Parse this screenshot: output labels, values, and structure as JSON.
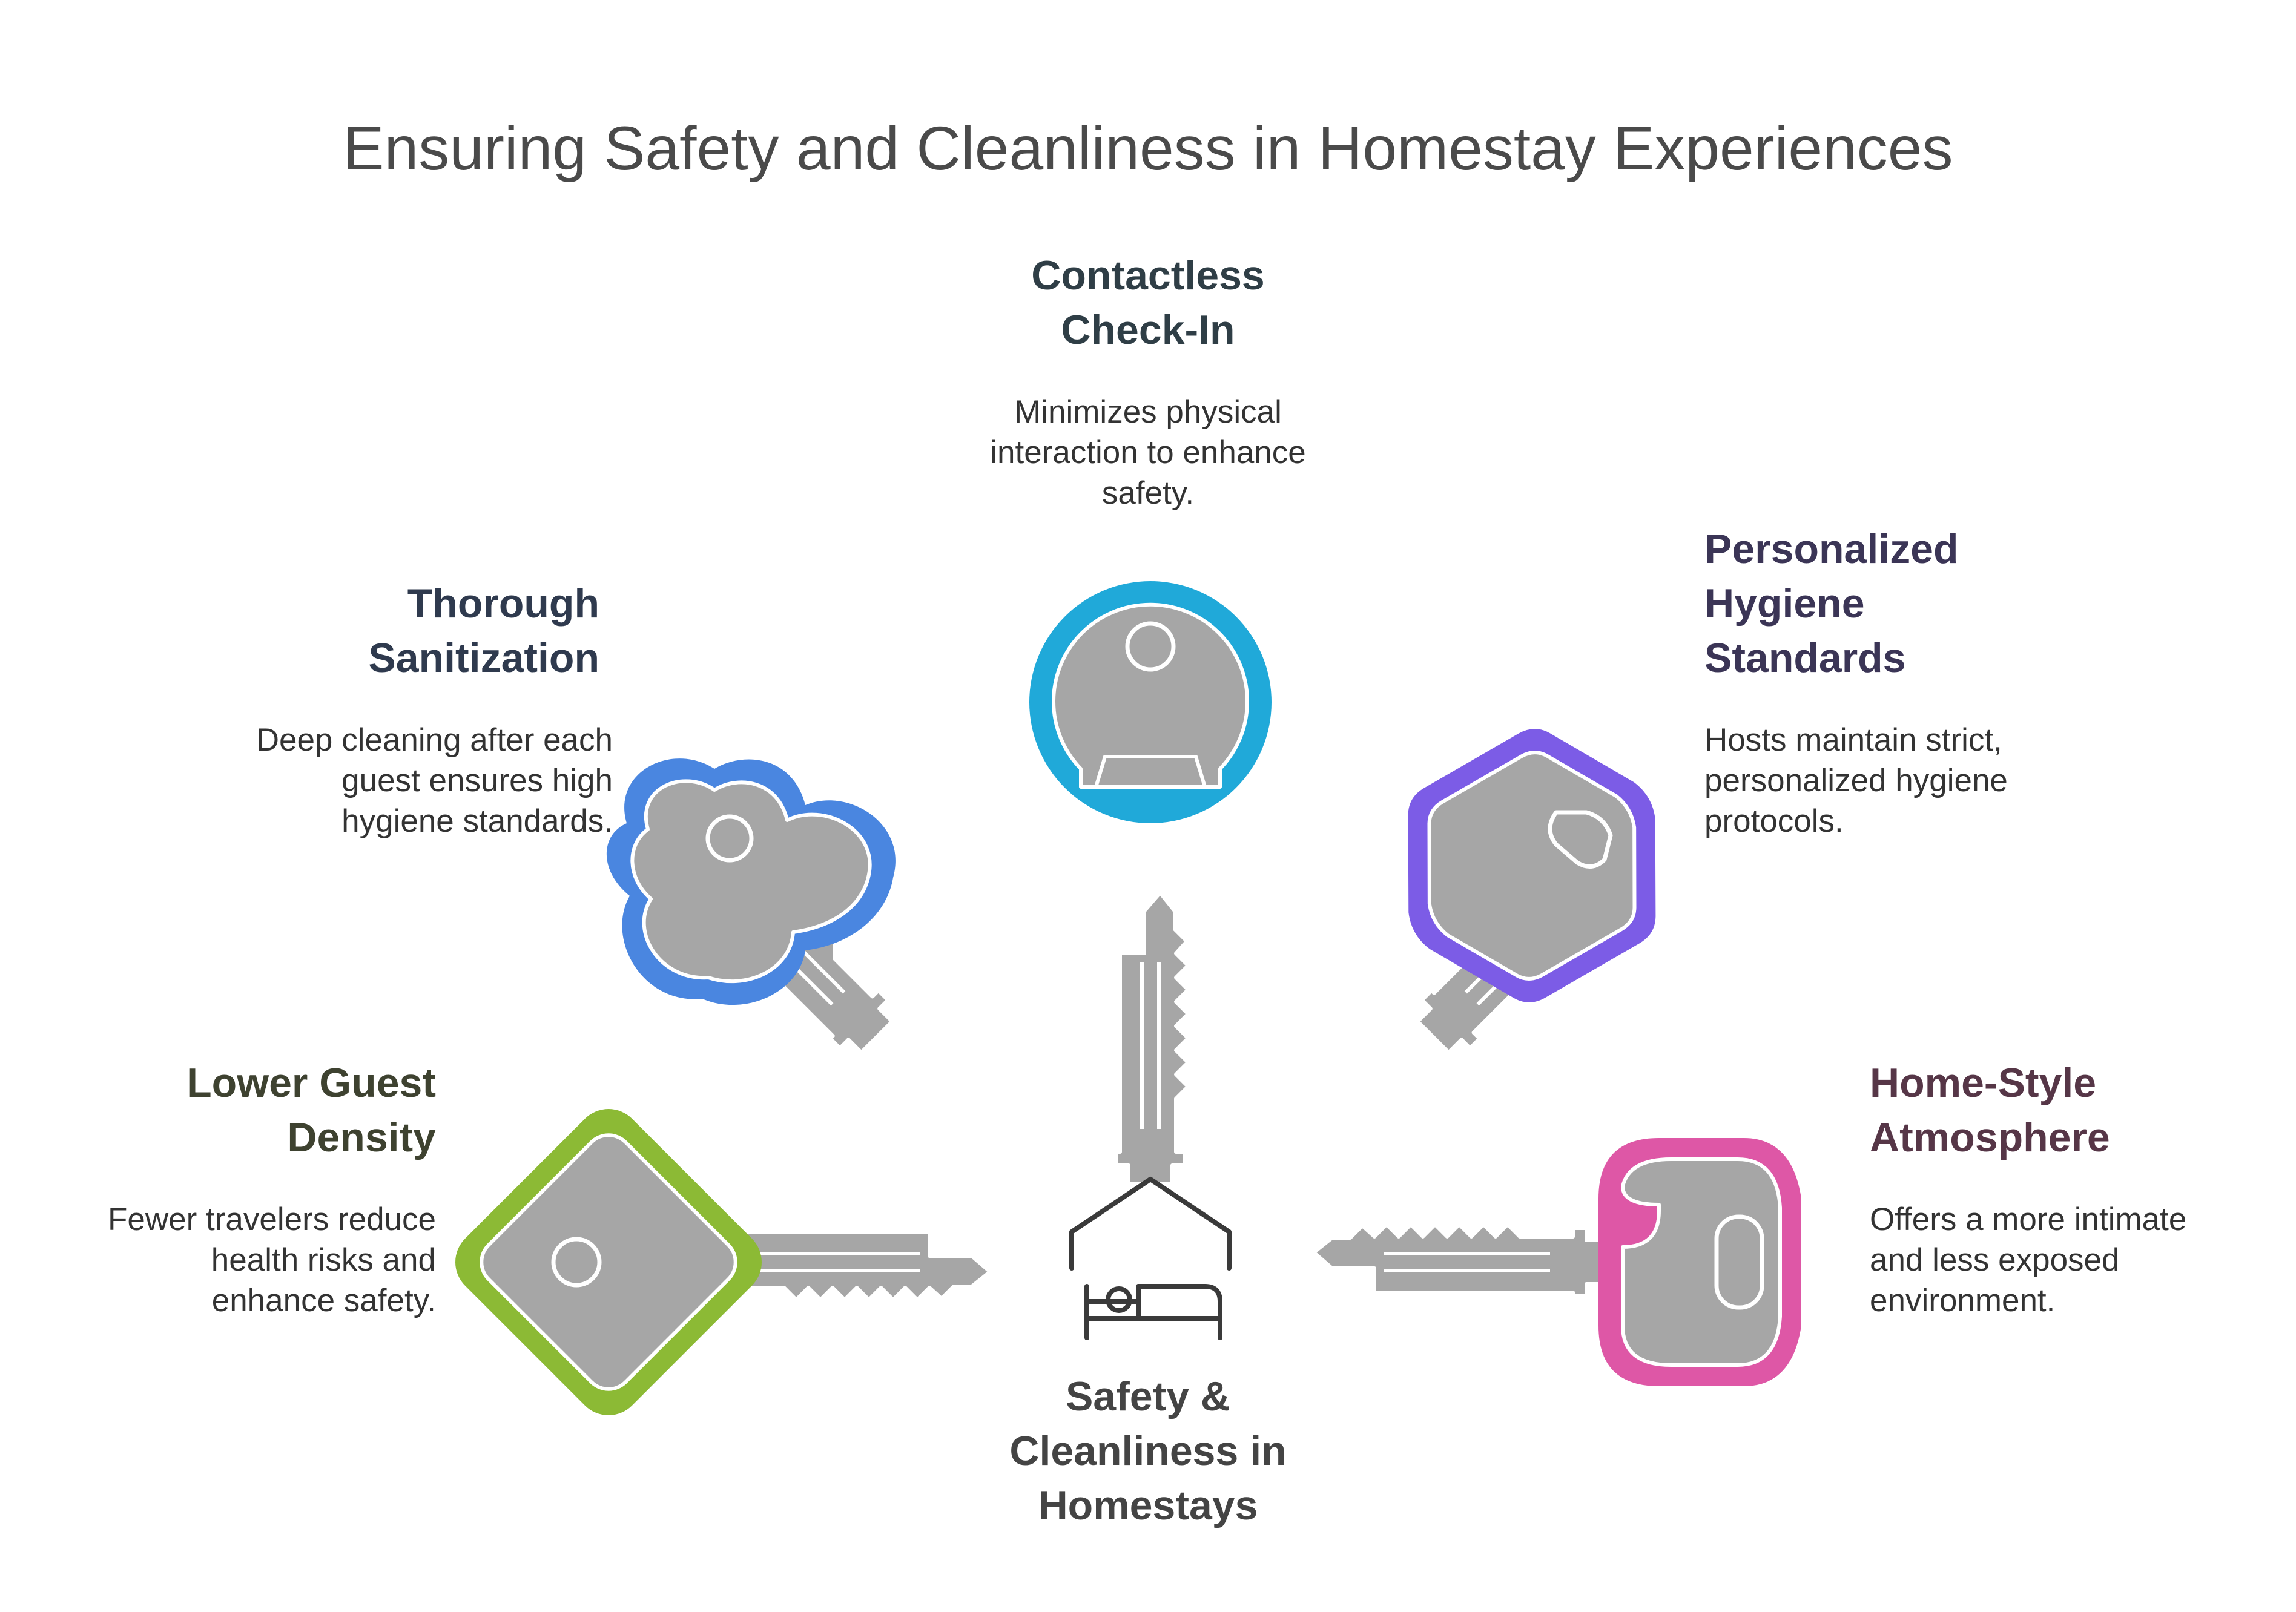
{
  "title": "Ensuring Safety and Cleanliness in Homestay Experiences",
  "center": {
    "label_lines": [
      "Safety &",
      "Cleanliness in",
      "Homestays"
    ],
    "icon": "house-with-bed-icon"
  },
  "items": [
    {
      "id": "contactless",
      "title_lines": [
        "Contactless",
        "Check-In"
      ],
      "desc_lines": [
        "Minimizes physical",
        "interaction to enhance",
        "safety."
      ],
      "color": "#20a9d9",
      "title_color": "#2f3e46",
      "icon": "round-key-icon"
    },
    {
      "id": "sanitization",
      "title_lines": [
        "Thorough",
        "Sanitization"
      ],
      "desc_lines": [
        "Deep cleaning after each",
        "guest ensures high",
        "hygiene standards."
      ],
      "color": "#4a86e0",
      "title_color": "#2f3a4e",
      "icon": "cloud-key-icon"
    },
    {
      "id": "hygiene",
      "title_lines": [
        "Personalized",
        "Hygiene",
        "Standards"
      ],
      "desc_lines": [
        "Hosts maintain strict,",
        "personalized hygiene",
        "protocols."
      ],
      "color": "#7c5ce6",
      "title_color": "#3b3556",
      "icon": "hexagon-key-icon"
    },
    {
      "id": "density",
      "title_lines": [
        "Lower Guest",
        "Density"
      ],
      "desc_lines": [
        "Fewer travelers reduce",
        "health risks and",
        "enhance safety."
      ],
      "color": "#8cba35",
      "title_color": "#3e4230",
      "icon": "diamond-key-icon"
    },
    {
      "id": "atmosphere",
      "title_lines": [
        "Home-Style",
        "Atmosphere"
      ],
      "desc_lines": [
        "Offers a more intimate",
        "and less exposed",
        "environment."
      ],
      "color": "#de57a6",
      "title_color": "#563647",
      "icon": "rounded-rect-key-icon"
    }
  ]
}
